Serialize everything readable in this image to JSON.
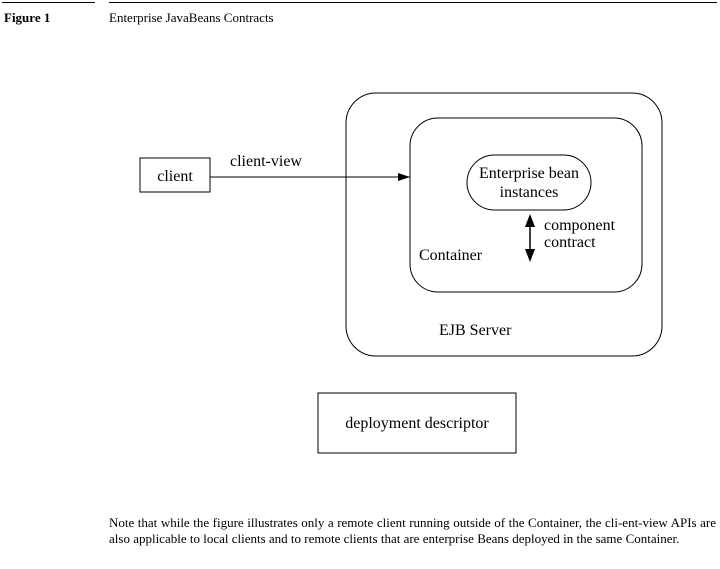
{
  "figure": {
    "label": "Figure 1",
    "title": "Enterprise JavaBeans Contracts"
  },
  "diagram": {
    "client": "client",
    "client_view_label": "client-view",
    "bean_line1": "Enterprise bean",
    "bean_line2": "instances",
    "component_line1": "component",
    "component_line2": "contract",
    "container_label": "Container",
    "server_label": "EJB Server",
    "deployment_descriptor": "deployment descriptor"
  },
  "note": "Note that while the figure illustrates only a remote client running outside of the Container, the cli-ent-view APIs are also applicable to local clients and to remote clients that are enterprise Beans deployed in the same Container."
}
